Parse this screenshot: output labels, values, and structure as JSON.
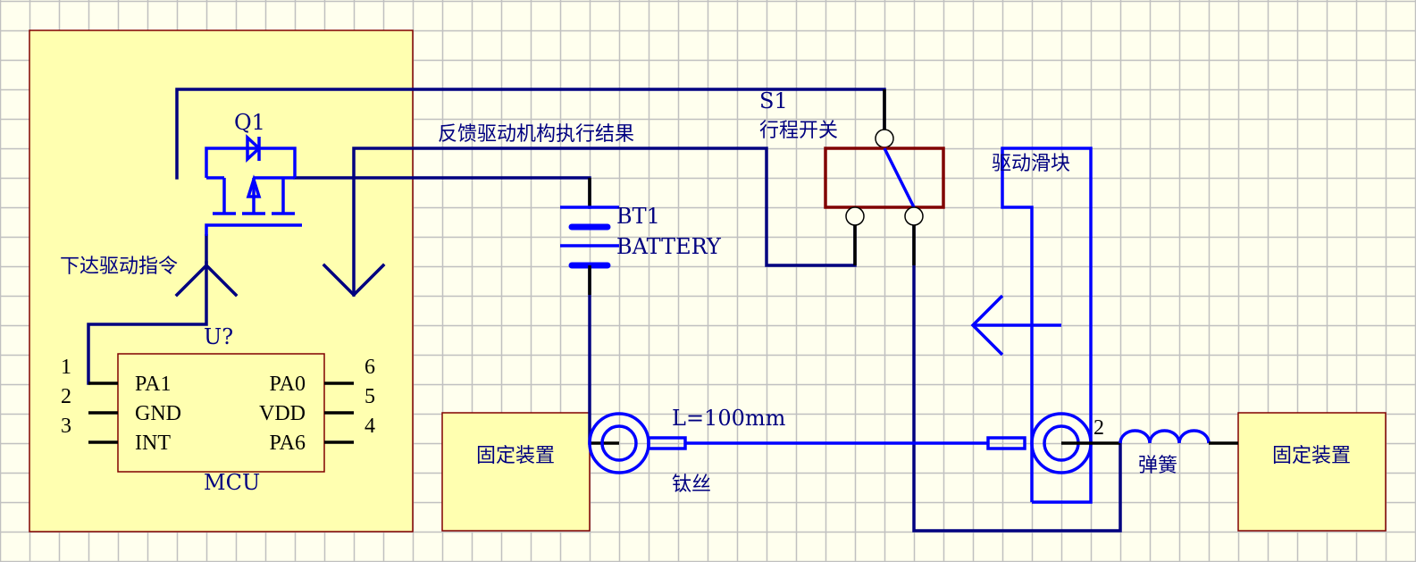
{
  "diagram": {
    "type": "schematic",
    "colors": {
      "background": "#FFFFEE",
      "grid": "#C0C0C0",
      "wire": "#000080",
      "component": "#0000FF",
      "box_fill": "#FFFFB0",
      "box_border": "#800000",
      "pin": "#000000"
    }
  },
  "labels": {
    "q1_designator": "Q1",
    "send_command": "下达驱动指令",
    "feedback": "反馈驱动机构执行结果",
    "battery_designator": "BT1",
    "battery_name": "BATTERY",
    "switch_designator": "S1",
    "switch_name": "行程开关",
    "slider": "驱动滑块",
    "length": "L=100mm",
    "wire_name": "钛丝",
    "spring_pin": "2",
    "spring_name": "弹簧",
    "fixed_left": "固定装置",
    "fixed_right": "固定装置"
  },
  "mcu": {
    "designator": "U?",
    "name": "MCU",
    "left_pins": [
      {
        "num": "1",
        "name": "PA1"
      },
      {
        "num": "2",
        "name": "GND"
      },
      {
        "num": "3",
        "name": "INT"
      }
    ],
    "right_pins": [
      {
        "num": "6",
        "name": "PA0"
      },
      {
        "num": "5",
        "name": "VDD"
      },
      {
        "num": "4",
        "name": "PA6"
      }
    ]
  }
}
